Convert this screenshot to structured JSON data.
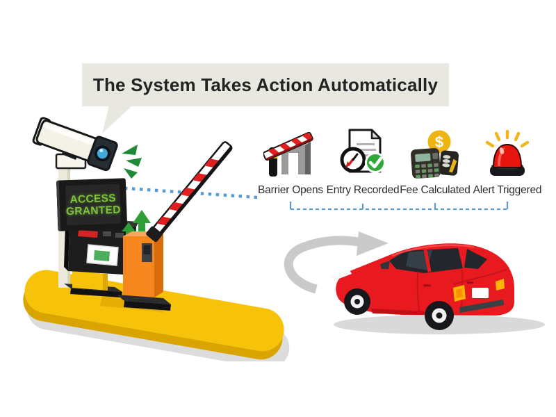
{
  "bubble": {
    "text": "The System Takes Action Automatically"
  },
  "kiosk": {
    "display_line1": "ACCESS",
    "display_line2": "GRANTED",
    "display_text_color": "#7ec13c"
  },
  "steps": [
    {
      "label": "Barrier Opens",
      "icon": "barrier-gate-icon"
    },
    {
      "label": "Entry Recorded",
      "icon": "document-clock-check-icon"
    },
    {
      "label": "Fee Calculated",
      "icon": "calculator-coin-icon"
    },
    {
      "label": "Alert Triggered",
      "icon": "siren-icon"
    }
  ],
  "icons": {
    "fee_coin_symbol": "$"
  },
  "colors": {
    "background": "#ffffff",
    "bubble_bg": "#e9e8e0",
    "platform_yellow": "#f6c20a",
    "post_orange": "#f6871f",
    "siren_red": "#e8150e",
    "check_green": "#2ea836",
    "arrow_green": "#2f9e36",
    "dotted_blue": "#5b9bd5",
    "car_red": "#e8191f",
    "stripe_red": "#e02020"
  }
}
